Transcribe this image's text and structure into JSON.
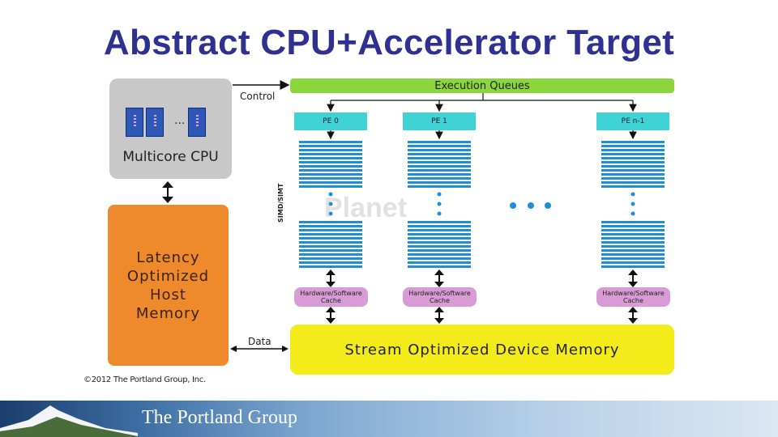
{
  "title": "Abstract CPU+Accelerator Target",
  "cpu": {
    "label": "Multicore CPU",
    "ellipsis": "..."
  },
  "host_memory": {
    "lines": [
      "Latency",
      "Optimized",
      "Host",
      "Memory"
    ]
  },
  "execution_queues": {
    "label": "Execution Queues"
  },
  "processing_elements": [
    "PE 0",
    "PE 1",
    "PE n-1"
  ],
  "cache_label": [
    "Hardware/Software",
    "Cache"
  ],
  "simd_label": "SIMD/SIMT",
  "device_memory": {
    "label": "Stream Optimized Device Memory"
  },
  "links": {
    "control": "Control",
    "data": "Data"
  },
  "watermark": "Planet",
  "copyright": "©2012 The Portland Group, Inc.",
  "footer": {
    "company": "The Portland Group"
  },
  "colors": {
    "title": "#2e3192",
    "cpu": "#c8c8c8",
    "host_memory": "#ef8a2c",
    "queues": "#8cd63d",
    "pe": "#3fd3d6",
    "lanes": "#1e8fd6",
    "cache": "#d89bd6",
    "device_memory": "#f3ec1a"
  }
}
